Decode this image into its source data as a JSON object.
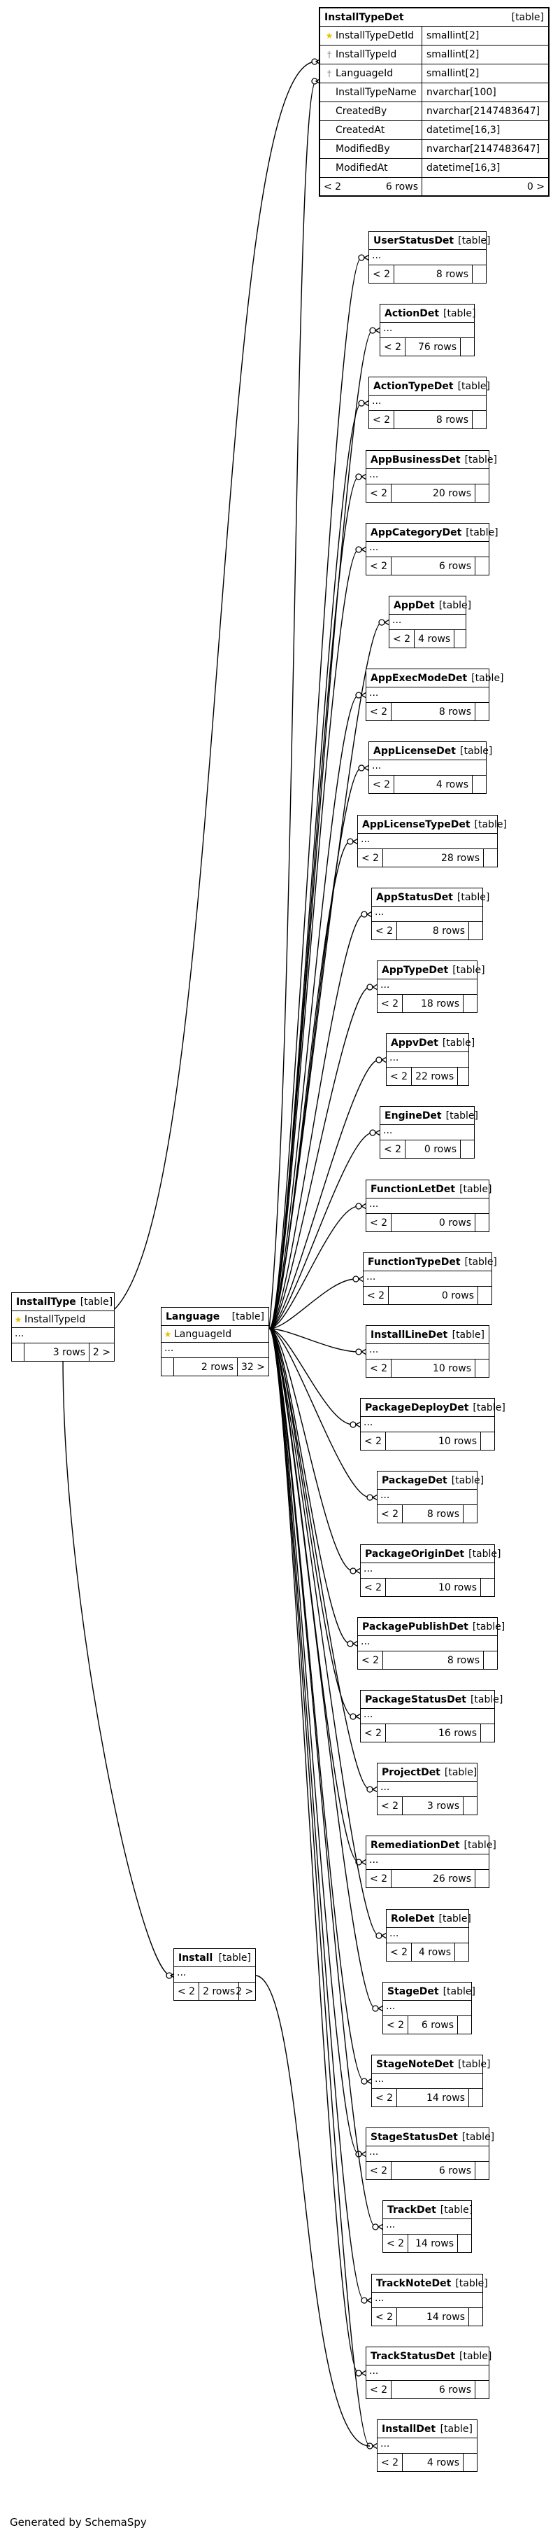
{
  "main_table": {
    "name": "InstallTypeDet",
    "type_label": "[table]",
    "columns": [
      {
        "name": "InstallTypeDetId",
        "type": "smallint[2]",
        "key": "pk"
      },
      {
        "name": "InstallTypeId",
        "type": "smallint[2]",
        "key": "fk"
      },
      {
        "name": "LanguageId",
        "type": "smallint[2]",
        "key": "fk"
      },
      {
        "name": "InstallTypeName",
        "type": "nvarchar[100]",
        "key": ""
      },
      {
        "name": "CreatedBy",
        "type": "nvarchar[2147483647]",
        "key": ""
      },
      {
        "name": "CreatedAt",
        "type": "datetime[16,3]",
        "key": ""
      },
      {
        "name": "ModifiedBy",
        "type": "nvarchar[2147483647]",
        "key": ""
      },
      {
        "name": "ModifiedAt",
        "type": "datetime[16,3]",
        "key": ""
      }
    ],
    "footer_prev": "< 2",
    "footer_rows": "6 rows",
    "footer_next": "0 >"
  },
  "install_type": {
    "name": "InstallType",
    "type_label": "[table]",
    "column": "InstallTypeId",
    "ellipsis": "...",
    "footer_rows": "3 rows",
    "footer_next": "2 >"
  },
  "language": {
    "name": "Language",
    "type_label": "[table]",
    "column": "LanguageId",
    "ellipsis": "...",
    "footer_rows": "2 rows",
    "footer_next": "32 >"
  },
  "install": {
    "name": "Install",
    "type_label": "[table]",
    "ellipsis": "...",
    "footer_prev": "< 2",
    "footer_rows": "2 rows",
    "footer_next": "2 >"
  },
  "det_tables": [
    {
      "name": "UserStatusDet",
      "rows": "8 rows"
    },
    {
      "name": "ActionDet",
      "rows": "76 rows"
    },
    {
      "name": "ActionTypeDet",
      "rows": "8 rows"
    },
    {
      "name": "AppBusinessDet",
      "rows": "20 rows"
    },
    {
      "name": "AppCategoryDet",
      "rows": "6 rows"
    },
    {
      "name": "AppDet",
      "rows": "4 rows"
    },
    {
      "name": "AppExecModeDet",
      "rows": "8 rows"
    },
    {
      "name": "AppLicenseDet",
      "rows": "4 rows"
    },
    {
      "name": "AppLicenseTypeDet",
      "rows": "28 rows"
    },
    {
      "name": "AppStatusDet",
      "rows": "8 rows"
    },
    {
      "name": "AppTypeDet",
      "rows": "18 rows"
    },
    {
      "name": "AppvDet",
      "rows": "22 rows"
    },
    {
      "name": "EngineDet",
      "rows": "0 rows"
    },
    {
      "name": "FunctionLetDet",
      "rows": "0 rows"
    },
    {
      "name": "FunctionTypeDet",
      "rows": "0 rows"
    },
    {
      "name": "InstallLineDet",
      "rows": "10 rows"
    },
    {
      "name": "PackageDeployDet",
      "rows": "10 rows"
    },
    {
      "name": "PackageDet",
      "rows": "8 rows"
    },
    {
      "name": "PackageOriginDet",
      "rows": "10 rows"
    },
    {
      "name": "PackagePublishDet",
      "rows": "8 rows"
    },
    {
      "name": "PackageStatusDet",
      "rows": "16 rows"
    },
    {
      "name": "ProjectDet",
      "rows": "3 rows"
    },
    {
      "name": "RemediationDet",
      "rows": "26 rows"
    },
    {
      "name": "RoleDet",
      "rows": "4 rows"
    },
    {
      "name": "StageDet",
      "rows": "6 rows"
    },
    {
      "name": "StageNoteDet",
      "rows": "14 rows"
    },
    {
      "name": "StageStatusDet",
      "rows": "6 rows"
    },
    {
      "name": "TrackDet",
      "rows": "14 rows"
    },
    {
      "name": "TrackNoteDet",
      "rows": "14 rows"
    },
    {
      "name": "TrackStatusDet",
      "rows": "6 rows"
    },
    {
      "name": "InstallDet",
      "rows": "4 rows"
    }
  ],
  "det_type_label": "[table]",
  "det_ellipsis": "...",
  "det_prev": "< 2",
  "generated_by": "Generated by SchemaSpy"
}
